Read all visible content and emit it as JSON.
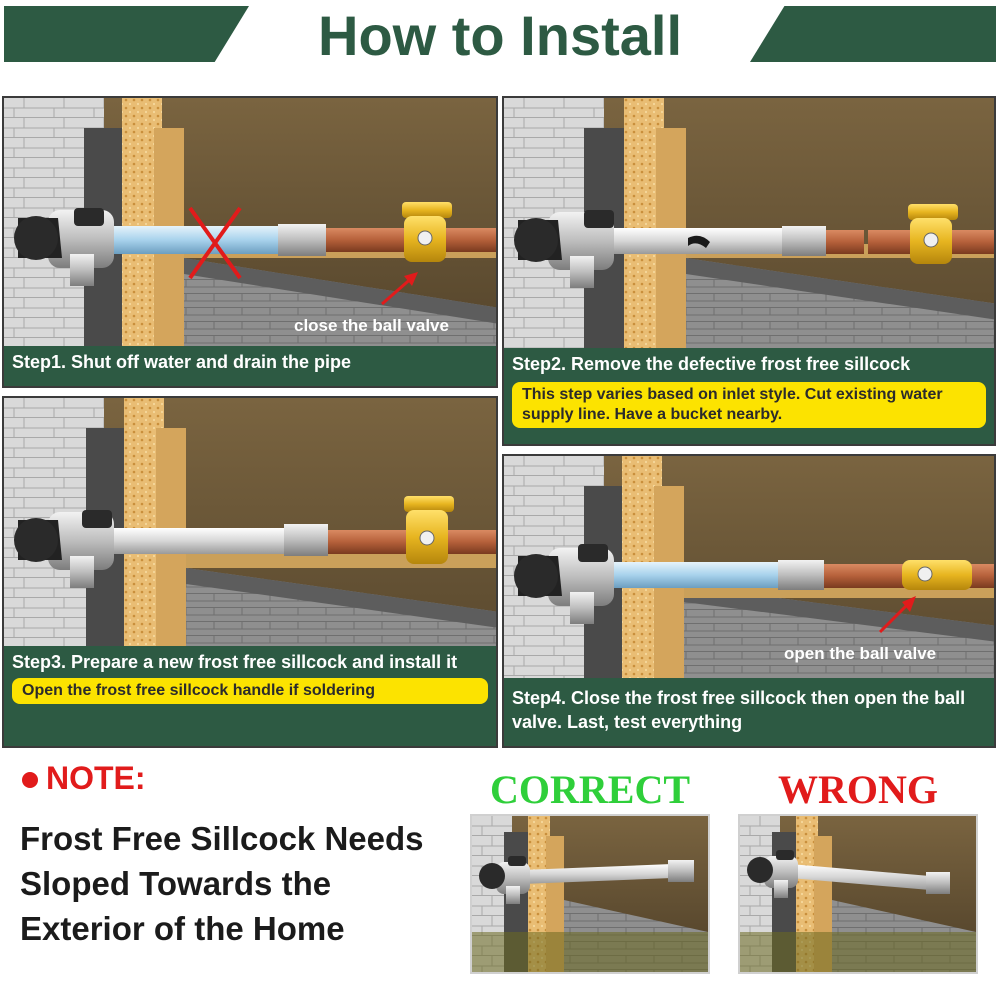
{
  "header": {
    "title": "How to Install",
    "color": "#2d5a43"
  },
  "steps": [
    {
      "caption": "Step1. Shut off water and drain the pipe",
      "tip": "",
      "valve_label": "close the ball valve"
    },
    {
      "caption": "Step2. Remove the defective frost free sillcock",
      "tip": "This step varies based on inlet style. Cut existing water supply line. Have a bucket nearby.",
      "valve_label": ""
    },
    {
      "caption": "Step3. Prepare a new frost free sillcock and install it",
      "tip": "Open the frost free sillcock handle if soldering",
      "valve_label": ""
    },
    {
      "caption": "Step4. Close the frost free sillcock then open the ball valve. Last, test everything",
      "tip": "",
      "valve_label": "open the ball valve"
    }
  ],
  "note": {
    "title": "NOTE:",
    "text": "Frost Free Sillcock Needs Sloped Towards the Exterior of the Home"
  },
  "comparison": {
    "correct_label": "CORRECT",
    "wrong_label": "WRONG"
  },
  "colors": {
    "caption_bg": "#2d5a43",
    "tip_bg": "#fce300",
    "note_red": "#e11b1b",
    "correct_green": "#2fcf3a",
    "copper_pipe": "#b5603a",
    "valve_brass": "#e7b520"
  }
}
